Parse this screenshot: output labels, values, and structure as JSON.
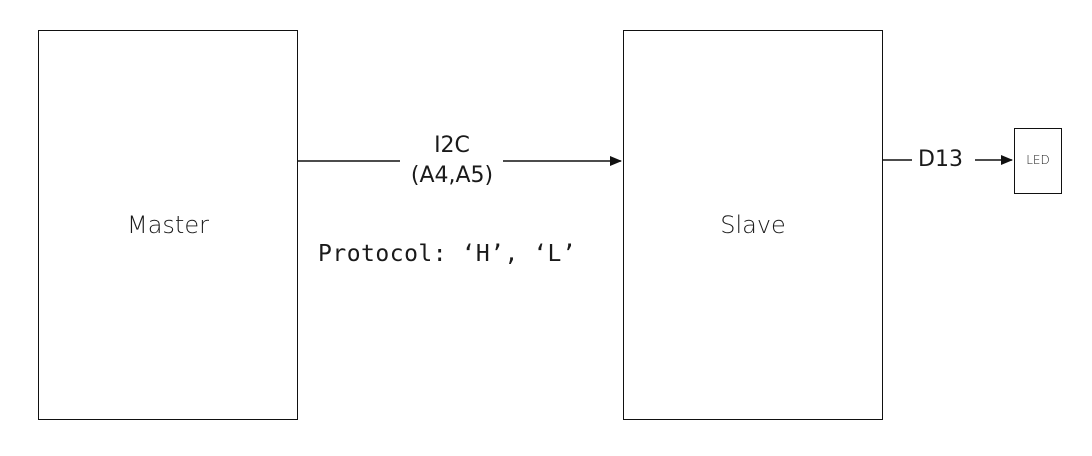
{
  "boxes": {
    "master": "Master",
    "slave": "Slave",
    "led": "LED"
  },
  "connections": {
    "i2c_line1": "I2C",
    "i2c_line2": "(A4,A5)",
    "pin": "D13"
  },
  "protocol": "Protocol: ‘H’, ‘L’"
}
